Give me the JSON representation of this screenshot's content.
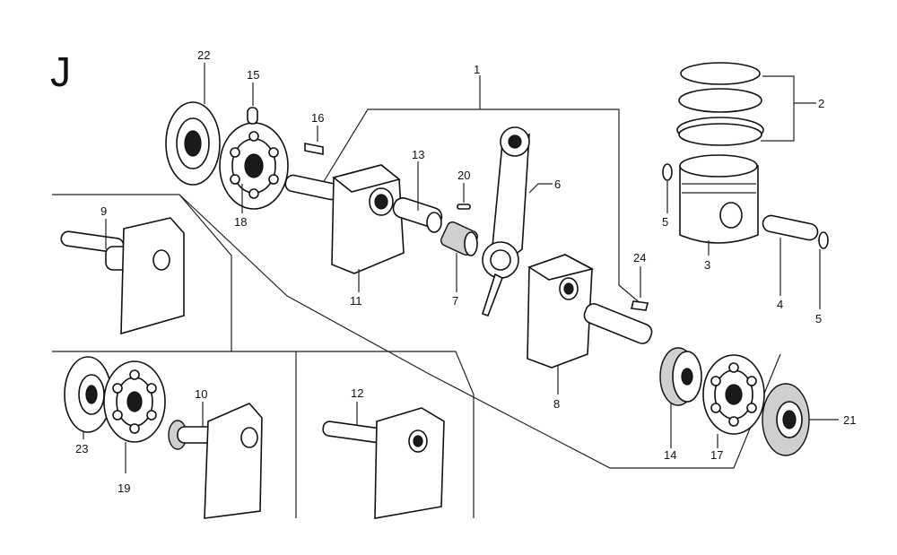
{
  "section_letter": "J",
  "callouts": {
    "c1": "1",
    "c2": "2",
    "c3": "3",
    "c4": "4",
    "c5a": "5",
    "c5b": "5",
    "c6": "6",
    "c7": "7",
    "c8": "8",
    "c9": "9",
    "c10": "10",
    "c11": "11",
    "c12": "12",
    "c13": "13",
    "c14": "14",
    "c15": "15",
    "c16": "16",
    "c17": "17",
    "c18": "18",
    "c19": "19",
    "c20": "20",
    "c21": "21",
    "c22": "22",
    "c23": "23",
    "c24": "24"
  }
}
